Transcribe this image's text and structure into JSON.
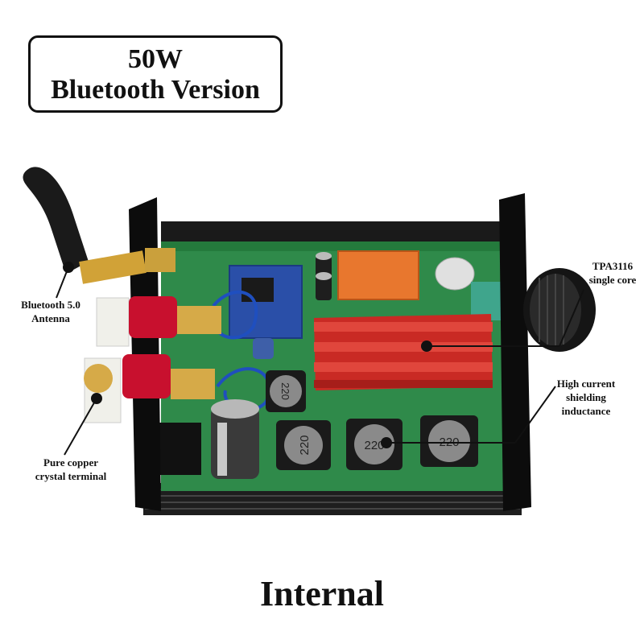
{
  "header": {
    "line1": "50W",
    "line2": "Bluetooth Version"
  },
  "callouts": {
    "antenna": {
      "line1": "Bluetooth 5.0",
      "line2": "Antenna"
    },
    "chip": {
      "line1": "TPA3116",
      "line2": "single core"
    },
    "inductance": {
      "line1": "High current",
      "line2": "shielding",
      "line3": "inductance"
    },
    "terminal": {
      "line1": "Pure copper",
      "line2": "crystal terminal"
    }
  },
  "components": {
    "inductor_label": "220"
  },
  "caption": "Internal"
}
